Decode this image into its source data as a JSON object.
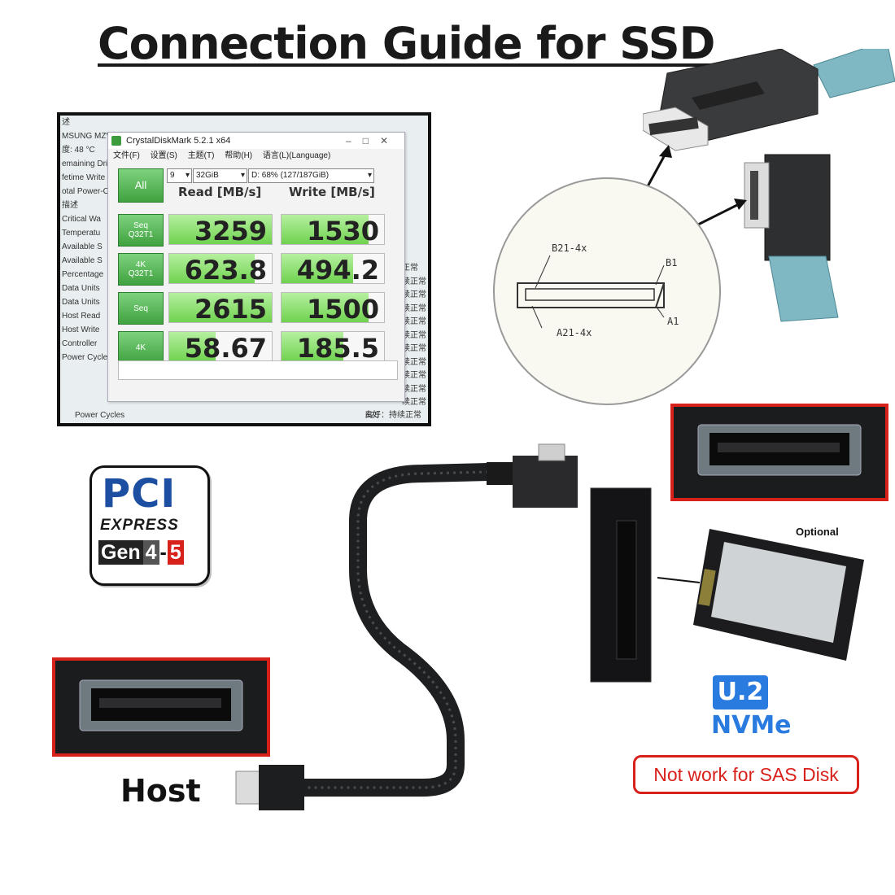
{
  "title": "Connection Guide for SSD",
  "crystaldiskmark": {
    "window_title": "CrystalDiskMark 5.2.1 x64",
    "menu": [
      "文件(F)",
      "设置(S)",
      "主题(T)",
      "帮助(H)",
      "语言(L)(Language)"
    ],
    "all_button": "All",
    "count_select": "9",
    "size_select": "32GiB",
    "drive_select": "D: 68% (127/187GiB)",
    "read_header": "Read [MB/s]",
    "write_header": "Write [MB/s]",
    "rows": [
      {
        "label_line1": "Seq",
        "label_line2": "Q32T1",
        "read": "3259",
        "write": "1530",
        "read_fill": 1.0,
        "write_fill": 0.85
      },
      {
        "label_line1": "4K",
        "label_line2": "Q32T1",
        "read": "623.8",
        "write": "494.2",
        "read_fill": 0.83,
        "write_fill": 0.7
      },
      {
        "label_line1": "Seq",
        "label_line2": "",
        "read": "2615",
        "write": "1500",
        "read_fill": 1.0,
        "write_fill": 0.85
      },
      {
        "label_line1": "4K",
        "label_line2": "",
        "read": "58.67",
        "write": "185.5",
        "read_fill": 0.45,
        "write_fill": 0.6
      }
    ],
    "background_left": [
      "述",
      "MSUNG MZV",
      "",
      "度: 48 °C",
      "emaining Dri",
      "fetime Write",
      "otal Power-O",
      "描述",
      "Critical Wa",
      "Temperatu",
      "Available S",
      "Available S",
      "Percentage",
      "Data Units",
      "Data Units",
      "Host Read",
      "Host Write",
      "Controller",
      "Power Cycles"
    ],
    "background_right": [
      "正常",
      "续正常",
      "续正常",
      "续正常",
      "续正常",
      "续正常",
      "续正常",
      "续正常",
      "续正常",
      "续正常",
      "续正常"
    ],
    "bottom_value": "425",
    "bottom_status": "良好：持续正常"
  },
  "diagram": {
    "label_b21": "B21-4x",
    "label_b1": "B1",
    "label_a21": "A21-4x",
    "label_a1": "A1"
  },
  "pci_logo": {
    "top": "PCI",
    "middle": "EXPRESS",
    "gen": "Gen",
    "gen_a": "4",
    "gen_dash": "-",
    "gen_b": "5"
  },
  "host_label": "Host",
  "optional_label": "Optional",
  "u2_badge": "U.2",
  "nvme_label": "NVMe",
  "warning": "Not work for SAS Disk",
  "colors": {
    "accent_blue": "#2a7be0",
    "warning_red": "#d9211c",
    "pci_blue": "#1c4fa1",
    "bench_green": "#3fa23f"
  }
}
